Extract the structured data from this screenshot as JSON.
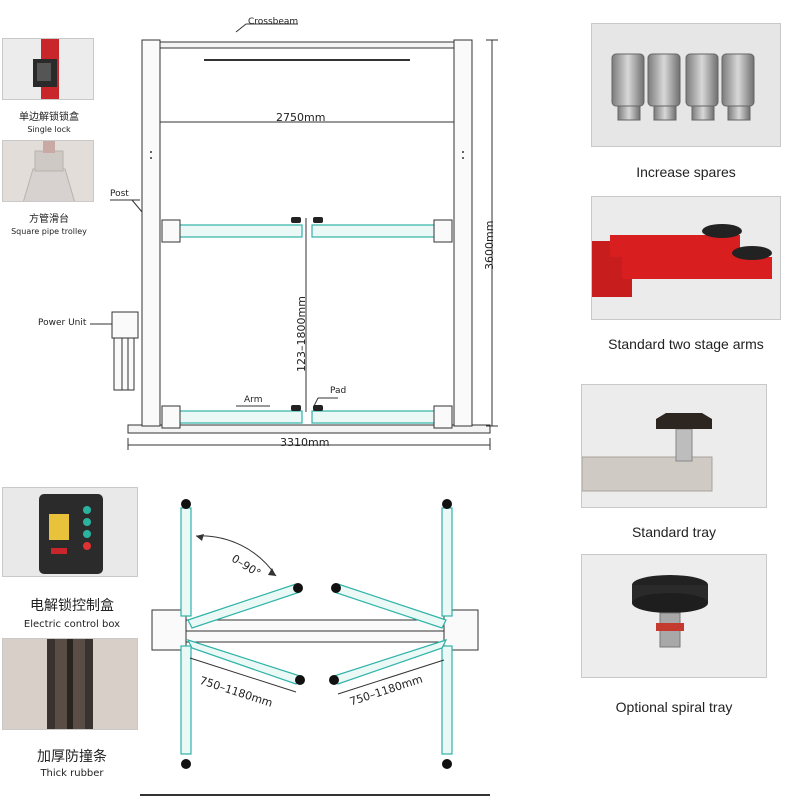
{
  "left_panel": {
    "single_lock": {
      "cn": "单边解锁锁盒",
      "en": "Single lock"
    },
    "square_pipe": {
      "cn": "方管滑台",
      "en": "Square pipe trolley"
    },
    "control_box": {
      "cn": "电解锁控制盒",
      "en": "Electric control box"
    },
    "thick_rubber": {
      "cn": "加厚防撞条",
      "en": "Thick rubber"
    }
  },
  "front_view": {
    "crossbeam": "Crossbeam",
    "post": "Post",
    "power_unit": "Power Unit",
    "arm": "Arm",
    "pad": "Pad",
    "inner_width": "2750mm",
    "height": "3600mm",
    "lift_range": "123–1800mm",
    "outer_width": "3310mm"
  },
  "top_view": {
    "angle": "0–90°",
    "arm_left": "750–1180mm",
    "arm_right": "750–1180mm"
  },
  "right_panel": {
    "spares": "Increase spares",
    "two_stage_arms": "Standard two stage arms",
    "standard_tray": "Standard tray",
    "spiral_tray": "Optional spiral tray"
  },
  "colors": {
    "arm": "#2fb3a8",
    "red_arm": "#d81e1e",
    "line": "#333333",
    "photo_bg": "#e7e7e7"
  }
}
